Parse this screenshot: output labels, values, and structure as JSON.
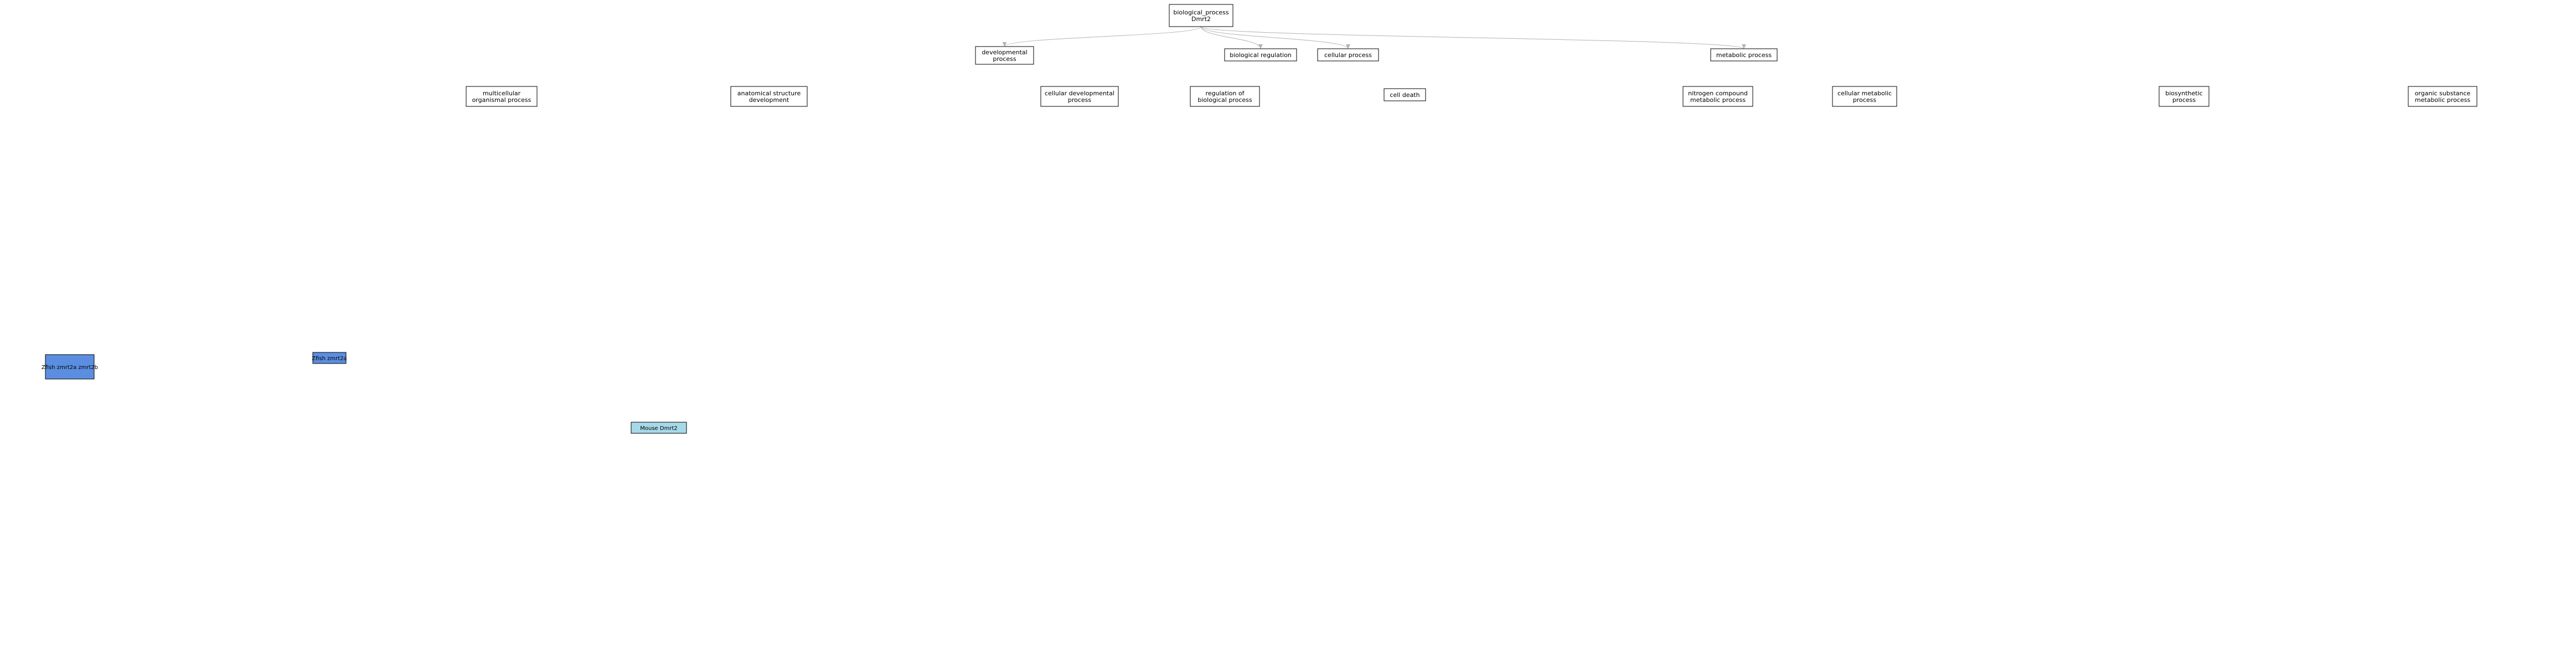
{
  "colors": {
    "edge_default": "#b3b3b3",
    "edge_black": "#000000",
    "edge_blue": "#0000cc",
    "edge_green": "#1a8c1a",
    "tag_zfish": "#5b8ee0",
    "tag_mouse": "#a6d9e8"
  },
  "nodes": [
    {
      "id": "n1",
      "lines": [
        "biological_process",
        "Dmrt2"
      ]
    },
    {
      "id": "n2",
      "lines": [
        "developmental",
        "process"
      ]
    },
    {
      "id": "n3",
      "lines": [
        "biological regulation"
      ]
    },
    {
      "id": "n4",
      "lines": [
        "cellular process"
      ]
    },
    {
      "id": "n5",
      "lines": [
        "metabolic process"
      ]
    },
    {
      "id": "n6",
      "lines": [
        "multicellular",
        "organismal process"
      ]
    },
    {
      "id": "n7",
      "lines": [
        "anatomical structure",
        "development"
      ]
    },
    {
      "id": "n8",
      "lines": [
        "cellular developmental",
        "process"
      ]
    },
    {
      "id": "n9",
      "lines": [
        "regulation of",
        "biological process"
      ]
    },
    {
      "id": "n10",
      "lines": [
        "cell death"
      ]
    },
    {
      "id": "n11",
      "lines": [
        "nitrogen compound",
        "metabolic process"
      ]
    },
    {
      "id": "n12",
      "lines": [
        "cellular metabolic",
        "process"
      ]
    },
    {
      "id": "n13",
      "lines": [
        "biosynthetic",
        "process"
      ]
    },
    {
      "id": "n14",
      "lines": [
        "organic substance",
        "metabolic process"
      ]
    }
  ],
  "tags": [
    {
      "id": "t1",
      "labels": [
        "Zfish",
        "zmrt2a",
        "zmrt2b"
      ]
    },
    {
      "id": "t2",
      "labels": [
        "Zfish",
        "zmrt2a"
      ]
    },
    {
      "id": "t3",
      "labels": [
        "Mouse",
        "Dmrt2"
      ]
    }
  ],
  "edges": [
    {
      "from": "n1",
      "to": "n2",
      "color": "edge_default"
    },
    {
      "from": "n1",
      "to": "n3",
      "color": "edge_default"
    },
    {
      "from": "n1",
      "to": "n4",
      "color": "edge_default"
    },
    {
      "from": "n1",
      "to": "n5",
      "color": "edge_default"
    }
  ]
}
